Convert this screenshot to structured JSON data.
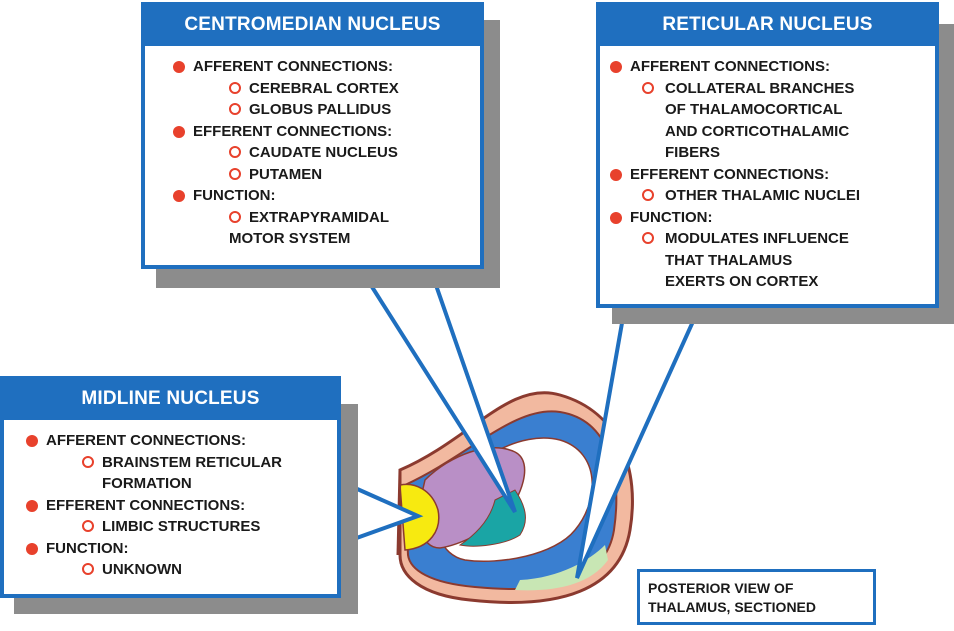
{
  "centromedian": {
    "title": "CENTROMEDIAN NUCLEUS",
    "afferent_label": "AFFERENT CONNECTIONS:",
    "afferent_items": [
      "CEREBRAL CORTEX",
      "GLOBUS PALLIDUS"
    ],
    "efferent_label": "EFFERENT CONNECTIONS:",
    "efferent_items": [
      "CAUDATE NUCLEUS",
      "PUTAMEN"
    ],
    "function_label": "FUNCTION:",
    "function_lines": [
      "EXTRAPYRAMIDAL",
      "MOTOR SYSTEM"
    ]
  },
  "reticular": {
    "title": "RETICULAR NUCLEUS",
    "afferent_label": "AFFERENT CONNECTIONS:",
    "afferent_lines": [
      "COLLATERAL BRANCHES",
      "OF THALAMOCORTICAL",
      "AND CORTICOTHALAMIC",
      "FIBERS"
    ],
    "efferent_label": "EFFERENT CONNECTIONS:",
    "efferent_items": [
      "OTHER THALAMIC NUCLEI"
    ],
    "function_label": "FUNCTION:",
    "function_lines": [
      "MODULATES INFLUENCE",
      "THAT THALAMUS",
      "EXERTS ON CORTEX"
    ]
  },
  "midline": {
    "title": "MIDLINE NUCLEUS",
    "afferent_label": "AFFERENT CONNECTIONS:",
    "afferent_lines": [
      "BRAINSTEM RETICULAR",
      "FORMATION"
    ],
    "efferent_label": "EFFERENT CONNECTIONS:",
    "efferent_items": [
      "LIMBIC STRUCTURES"
    ],
    "function_label": "FUNCTION:",
    "function_items": [
      "UNKNOWN"
    ]
  },
  "caption": {
    "line1": "POSTERIOR VIEW OF",
    "line2": "THALAMUS, SECTIONED"
  },
  "colors": {
    "box_blue": "#1f6fbf",
    "bullet_red": "#e8412c",
    "shadow_gray": "#8c8c8c",
    "outer_ring": "#8b3a2f",
    "ring_fill": "#f2b9a0",
    "reticular_region": "#3a7fd0",
    "centromedian_region": "#b98fc6",
    "midline_region": "#f7ea10",
    "teal_region": "#1aa5a5",
    "green_region": "#c8e6b4"
  }
}
